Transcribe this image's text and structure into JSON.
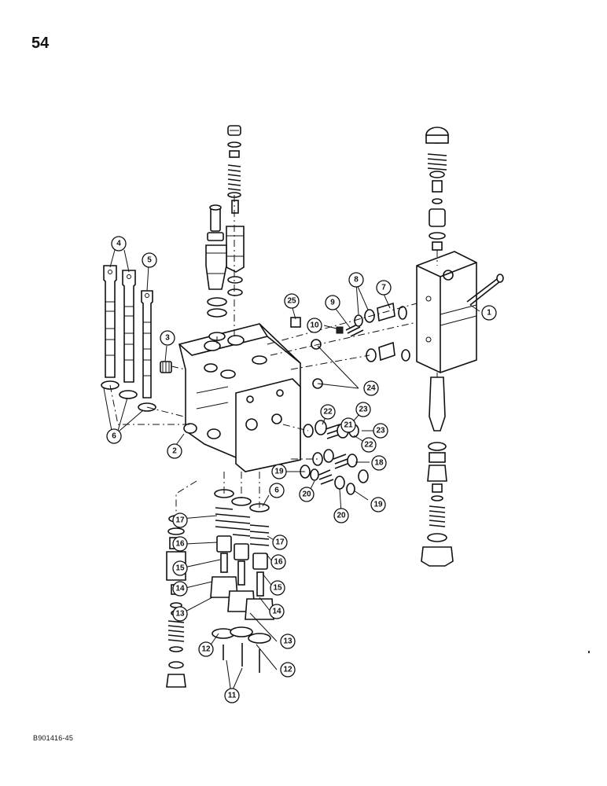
{
  "page_number": "54",
  "figure_code": "B901416-45",
  "callouts": [
    {
      "label": "1"
    },
    {
      "label": "2"
    },
    {
      "label": "3"
    },
    {
      "label": "4"
    },
    {
      "label": "5"
    },
    {
      "label": "6"
    },
    {
      "label": "6"
    },
    {
      "label": "7"
    },
    {
      "label": "8"
    },
    {
      "label": "9"
    },
    {
      "label": "10"
    },
    {
      "label": "11"
    },
    {
      "label": "12"
    },
    {
      "label": "12"
    },
    {
      "label": "13"
    },
    {
      "label": "13"
    },
    {
      "label": "14"
    },
    {
      "label": "14"
    },
    {
      "label": "15"
    },
    {
      "label": "15"
    },
    {
      "label": "16"
    },
    {
      "label": "16"
    },
    {
      "label": "17"
    },
    {
      "label": "17"
    },
    {
      "label": "18"
    },
    {
      "label": "19"
    },
    {
      "label": "19"
    },
    {
      "label": "20"
    },
    {
      "label": "20"
    },
    {
      "label": "21"
    },
    {
      "label": "22"
    },
    {
      "label": "22"
    },
    {
      "label": "23"
    },
    {
      "label": "23"
    },
    {
      "label": "24"
    },
    {
      "label": "25"
    }
  ]
}
